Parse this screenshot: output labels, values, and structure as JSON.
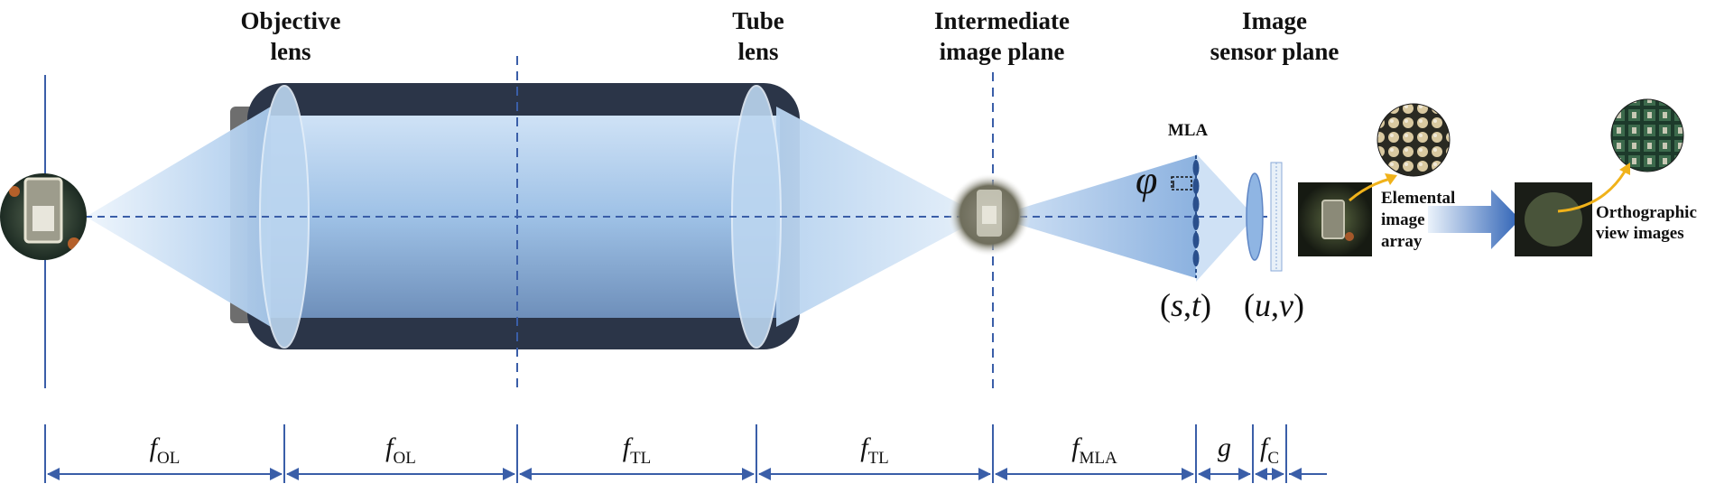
{
  "labels": {
    "objective_lens": [
      "Objective",
      "lens"
    ],
    "tube_lens": [
      "Tube",
      "lens"
    ],
    "intermediate_plane": [
      "Intermediate",
      "image plane"
    ],
    "sensor_plane": [
      "Image",
      "sensor plane"
    ],
    "mla": "MLA",
    "phi": "φ",
    "elemental": [
      "Elemental",
      "image",
      "array"
    ],
    "orthographic": [
      "Orthographic",
      "view images"
    ]
  },
  "coords": {
    "st_open": "(",
    "s": "s",
    "st_comma": ",",
    "t": "t",
    "st_close": ")",
    "uv_open": "(",
    "u": "u",
    "uv_comma": ",",
    "v": "v",
    "uv_close": ")"
  },
  "dimensions": [
    {
      "letter": "f",
      "sub": "OL"
    },
    {
      "letter": "f",
      "sub": "OL"
    },
    {
      "letter": "f",
      "sub": "TL"
    },
    {
      "letter": "f",
      "sub": "TL"
    },
    {
      "letter": "f",
      "sub": "MLA"
    },
    {
      "letter": "g",
      "sub": ""
    },
    {
      "letter": "f",
      "sub": "C"
    }
  ],
  "colors": {
    "axis_line": "#3a5ea8",
    "tube_body": "#2b3548",
    "beam_light": "#dbe9f7",
    "beam_mid": "#a9c8ea",
    "lens_fill": "#bcd6f0",
    "arrow_yellow": "#f0b21a"
  }
}
